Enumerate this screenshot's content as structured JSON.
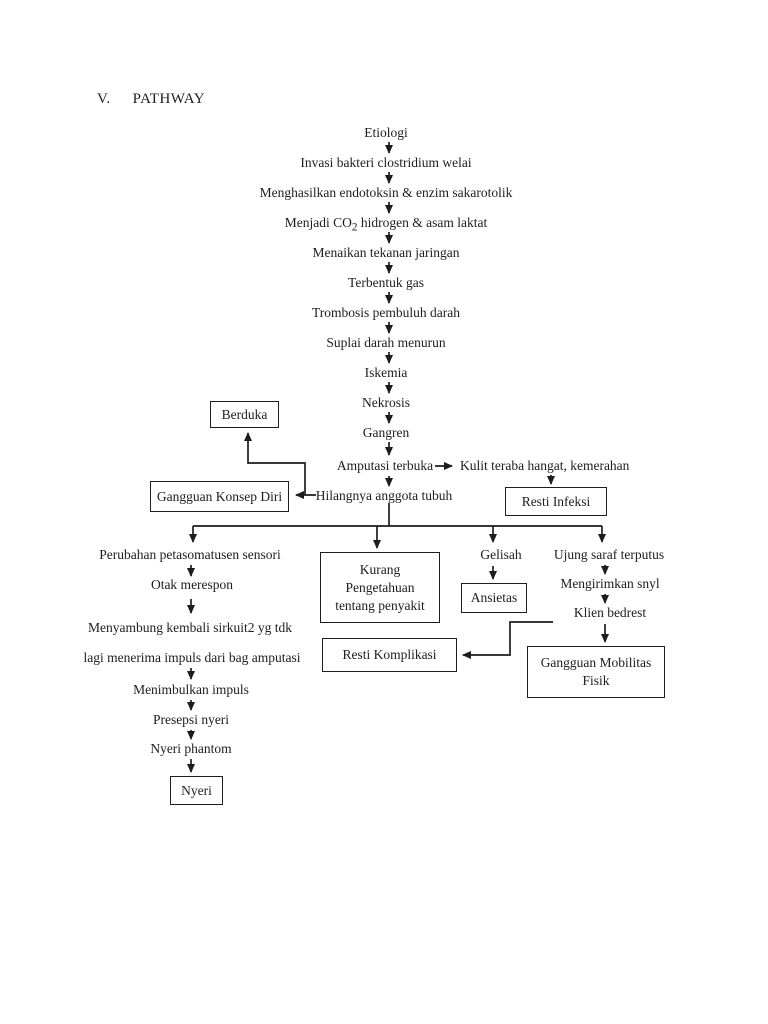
{
  "colors": {
    "ink": "#1d1d1d",
    "page_bg": "#ffffff"
  },
  "heading": {
    "numeral": "V.",
    "title": "PATHWAY"
  },
  "chain": {
    "etiologi": "Etiologi",
    "invasi": "Invasi bakteri clostridium welai",
    "menghasilkan": "Menghasilkan endotoksin & enzim sakarotolik",
    "menjadi_pre": "Menjadi CO",
    "menjadi_sub": "2",
    "menjadi_post": " hidrogen & asam laktat",
    "menaikan": "Menaikan tekanan jaringan",
    "terbentuk": "Terbentuk gas",
    "trombosis": "Trombosis pembuluh darah",
    "suplai": "Suplai darah menurun",
    "iskemia": "Iskemia",
    "nekrosis": "Nekrosis",
    "gangren": "Gangren",
    "amputasi": "Amputasi terbuka",
    "kulit": "Kulit teraba hangat, kemerahan",
    "hilangnya": "Hilangnya anggota tubuh"
  },
  "boxes": {
    "berduka": "Berduka",
    "gangguan_konsep_diri": "Gangguan Konsep Diri",
    "resti_infeksi": "Resti Infeksi",
    "kurang_pengetahuan": "Kurang\nPengetahuan\ntentang penyakit",
    "resti_komplikasi": "Resti Komplikasi",
    "ansietas": "Ansietas",
    "gangguan_mobilitas": "Gangguan Mobilitas\nFisik",
    "nyeri": "Nyeri"
  },
  "left_branch": {
    "perubahan": "Perubahan petasomatusen sensori",
    "otak": "Otak merespon",
    "menyambung_line1": "Menyambung kembali sirkuit2 yg tdk",
    "menyambung_line2": "lagi menerima impuls dari bag amputasi",
    "menimbulkan": "Menimbulkan impuls",
    "presepsi": "Presepsi nyeri",
    "nyeri_phantom": "Nyeri phantom"
  },
  "right_branch": {
    "gelisah": "Gelisah",
    "ujung": "Ujung saraf terputus",
    "mengirimkan": "Mengirimkan snyl",
    "klien": "Klien bedrest"
  }
}
